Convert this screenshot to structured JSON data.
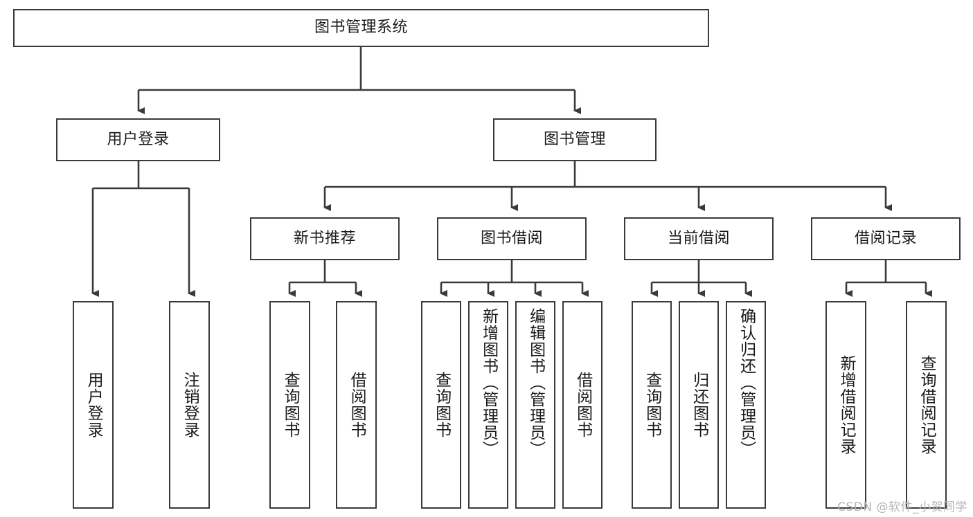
{
  "diagram": {
    "title": "图书管理系统",
    "type": "tree-hierarchy",
    "levels": [
      {
        "level": 1,
        "nodes": [
          {
            "id": "root",
            "label": "图书管理系统",
            "orientation": "horizontal"
          }
        ]
      },
      {
        "level": 2,
        "nodes": [
          {
            "id": "user-login",
            "label": "用户登录",
            "orientation": "horizontal",
            "parent": "root"
          },
          {
            "id": "book-manage",
            "label": "图书管理",
            "orientation": "horizontal",
            "parent": "root"
          }
        ]
      },
      {
        "level": 3,
        "nodes": [
          {
            "id": "new-book-recommend",
            "label": "新书推荐",
            "orientation": "horizontal",
            "parent": "book-manage"
          },
          {
            "id": "book-borrow",
            "label": "图书借阅",
            "orientation": "horizontal",
            "parent": "book-manage"
          },
          {
            "id": "current-borrow",
            "label": "当前借阅",
            "orientation": "horizontal",
            "parent": "book-manage"
          },
          {
            "id": "borrow-record",
            "label": "借阅记录",
            "orientation": "horizontal",
            "parent": "book-manage"
          }
        ]
      },
      {
        "level": 4,
        "nodes": [
          {
            "id": "leaf-user-login",
            "label": "用户登录",
            "orientation": "vertical",
            "parent": "user-login"
          },
          {
            "id": "leaf-logout",
            "label": "注销登录",
            "orientation": "vertical",
            "parent": "user-login"
          },
          {
            "id": "leaf-query-book-1",
            "label": "查询图书",
            "orientation": "vertical",
            "parent": "new-book-recommend"
          },
          {
            "id": "leaf-borrow-book-1",
            "label": "借阅图书",
            "orientation": "vertical",
            "parent": "new-book-recommend"
          },
          {
            "id": "leaf-query-book-2",
            "label": "查询图书",
            "orientation": "vertical",
            "parent": "book-borrow"
          },
          {
            "id": "leaf-add-book",
            "label": "新增图书（管理员）",
            "orientation": "vertical",
            "parent": "book-borrow"
          },
          {
            "id": "leaf-edit-book",
            "label": "编辑图书（管理员）",
            "orientation": "vertical",
            "parent": "book-borrow"
          },
          {
            "id": "leaf-borrow-book-2",
            "label": "借阅图书",
            "orientation": "vertical",
            "parent": "book-borrow"
          },
          {
            "id": "leaf-query-book-3",
            "label": "查询图书",
            "orientation": "vertical",
            "parent": "current-borrow"
          },
          {
            "id": "leaf-return-book",
            "label": "归还图书",
            "orientation": "vertical",
            "parent": "current-borrow"
          },
          {
            "id": "leaf-confirm-return",
            "label": "确认归还（管理员）",
            "orientation": "vertical",
            "parent": "current-borrow"
          },
          {
            "id": "leaf-add-record",
            "label": "新增借阅记录",
            "orientation": "vertical",
            "parent": "borrow-record"
          },
          {
            "id": "leaf-query-record",
            "label": "查询借阅记录",
            "orientation": "vertical",
            "parent": "borrow-record"
          }
        ]
      }
    ],
    "colors": {
      "stroke": "#3a3a3a",
      "fill": "#ffffff",
      "text": "#1a1a1a",
      "watermark": "#b4b4b4"
    }
  },
  "watermark": {
    "text": "CSDN @软件_小贺同学"
  }
}
